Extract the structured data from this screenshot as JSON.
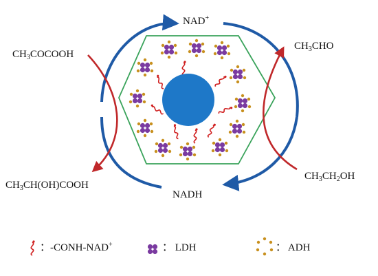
{
  "labels": {
    "nad_plus": {
      "main": "NAD",
      "sup": "+"
    },
    "nadh": "NADH",
    "pyruvic_acid": {
      "p1": "CH",
      "s1": "3",
      "p2": "COCOOH"
    },
    "acetaldehyde": {
      "p1": "CH",
      "s1": "3",
      "p2": "CHO"
    },
    "ethanol": {
      "p1": "CH",
      "s1": "3",
      "p2": "CH",
      "s2": "2",
      "p3": "OH"
    },
    "lactic_acid": {
      "p1": "CH",
      "s1": "3",
      "p2": "CH(OH)COOH"
    }
  },
  "legend": {
    "nad_link": {
      "main": "：-CONH-NAD",
      "sup": "+"
    },
    "ldh": "： LDH",
    "adh": "： ADH"
  },
  "colors": {
    "cycle_arrow": "#1f5aa6",
    "reaction_arrow": "#c0282a",
    "hexagon": "#3aa35b",
    "core": "#1e78c8",
    "ldh": "#7a3aa0",
    "adh": "#c8901e",
    "nad_link": "#d02020"
  },
  "icons": [
    "nad-linker-icon",
    "ldh-enzyme-icon",
    "adh-enzyme-icon"
  ]
}
